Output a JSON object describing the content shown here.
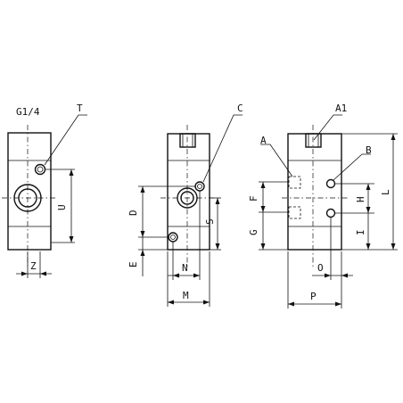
{
  "labels": {
    "g14": "G1/4",
    "t": "T",
    "c": "C",
    "a1": "A1",
    "a": "A",
    "b": "B",
    "d": "D",
    "e": "E",
    "f": "F",
    "g": "G",
    "h": "H",
    "i": "I",
    "l": "L",
    "m": "M",
    "n": "N",
    "o": "O",
    "p": "P",
    "s": "S",
    "u": "U",
    "z": "Z"
  }
}
